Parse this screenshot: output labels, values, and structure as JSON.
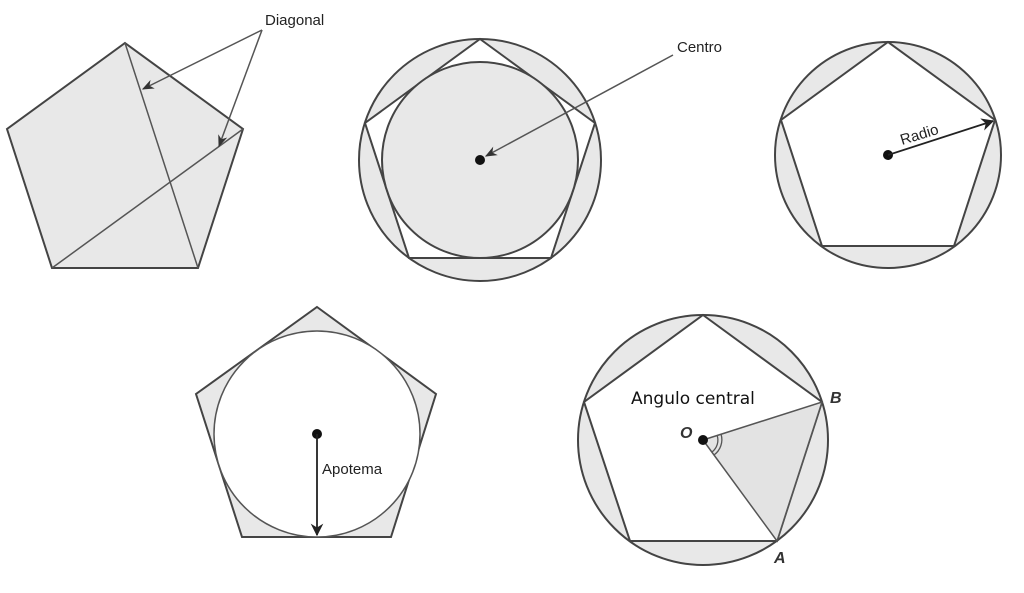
{
  "labels": {
    "diagonal": "Diagonal",
    "centro": "Centro",
    "radio": "Radio",
    "apotema": "Apotema",
    "angulo_central": "Angulo central",
    "point_o": "O",
    "point_a": "A",
    "point_b": "B"
  },
  "colors": {
    "fill": "#e8e8e8",
    "stroke": "#444444",
    "background": "#ffffff"
  }
}
